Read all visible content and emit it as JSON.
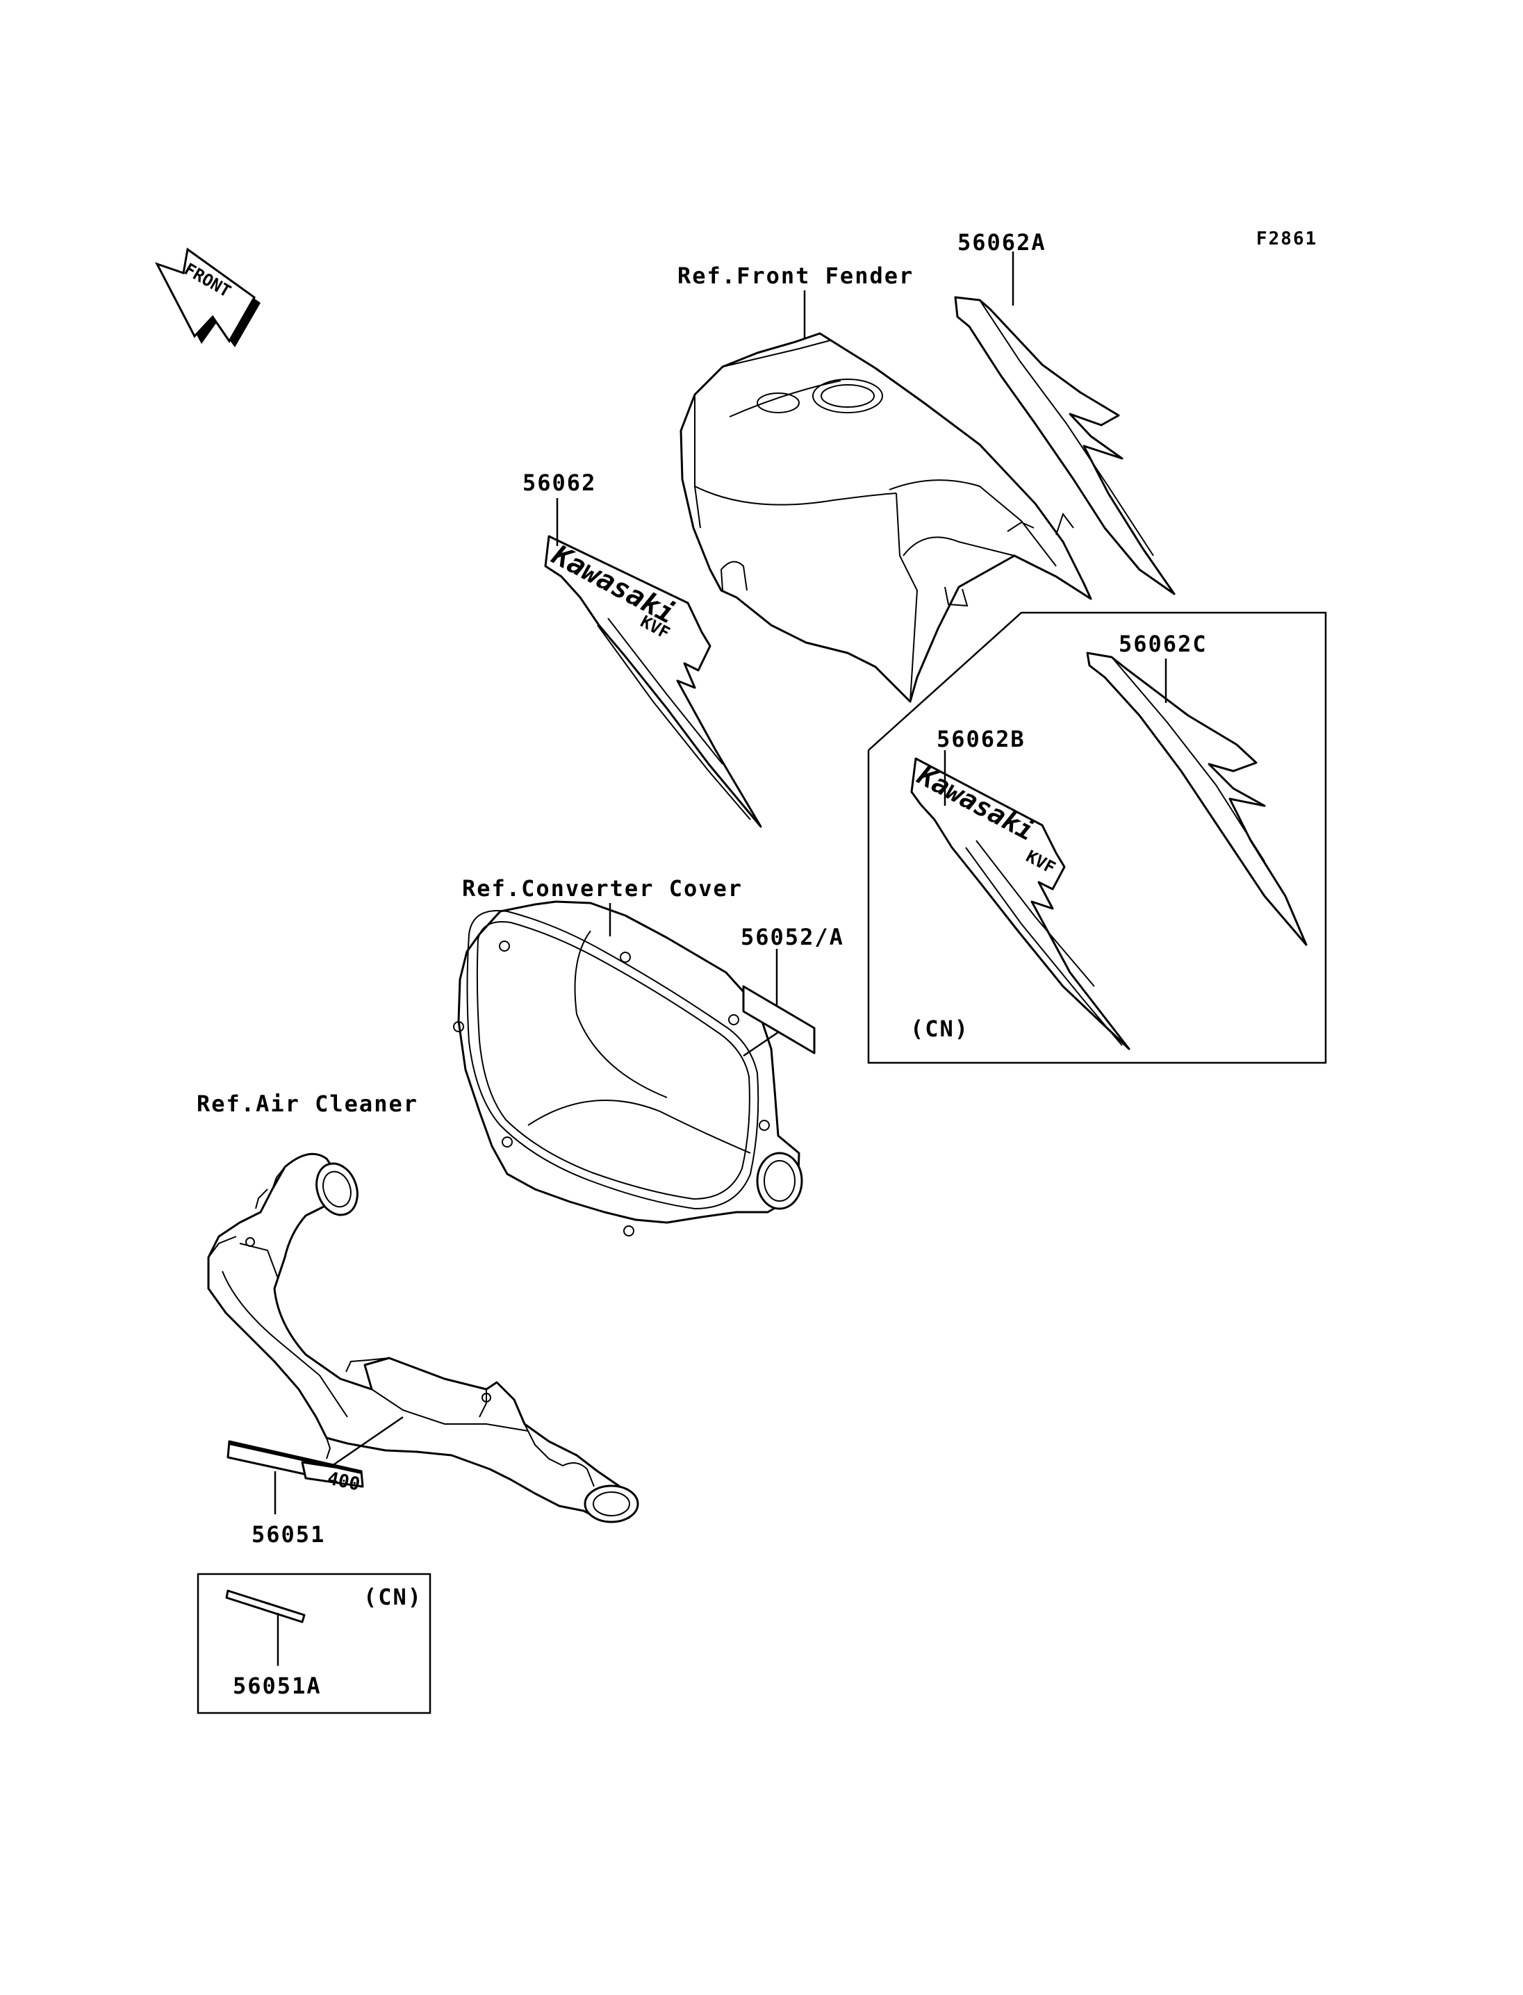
{
  "figure_code": "F2861",
  "front_arrow_text": "FRONT",
  "labels": {
    "ref_front_fender": "Ref.Front Fender",
    "p56062A": "56062A",
    "p56062": "56062",
    "p56062C": "56062C",
    "p56062B": "56062B",
    "cn_right": "(CN)",
    "ref_converter_cover": "Ref.Converter Cover",
    "p56052A": "56052/A",
    "ref_air_cleaner": "Ref.Air Cleaner",
    "p56051": "56051",
    "cn_left": "(CN)",
    "p56051A": "56051A"
  },
  "decal_text": {
    "brand": "Kawasaki",
    "model": "KVF",
    "engine": "400"
  }
}
